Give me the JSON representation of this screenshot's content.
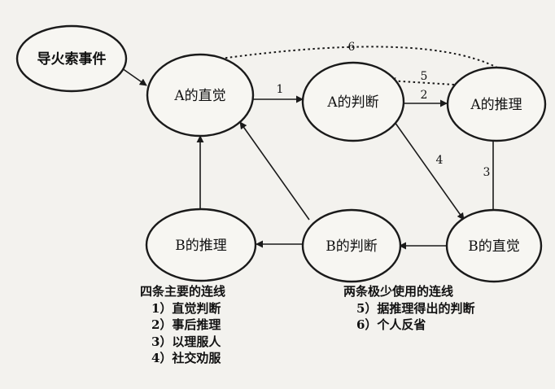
{
  "nodes": {
    "trigger": "导火索事件",
    "a_intuition": "A的直觉",
    "a_judgment": "A的判断",
    "a_reasoning": "A的推理",
    "b_reasoning": "B的推理",
    "b_judgment": "B的判断",
    "b_intuition": "B的直觉"
  },
  "edge_labels": {
    "e1": "1",
    "e2": "2",
    "e3": "3",
    "e4": "4",
    "e5": "5",
    "e6": "6"
  },
  "legend_main": {
    "title": "四条主要的连线",
    "items": [
      "1）直觉判断",
      "2）事后推理",
      "3）以理服人",
      "4）社交劝服"
    ]
  },
  "legend_rare": {
    "title": "两条极少使用的连线",
    "items": [
      "5）据推理得出的判断",
      "6）个人反省"
    ]
  }
}
